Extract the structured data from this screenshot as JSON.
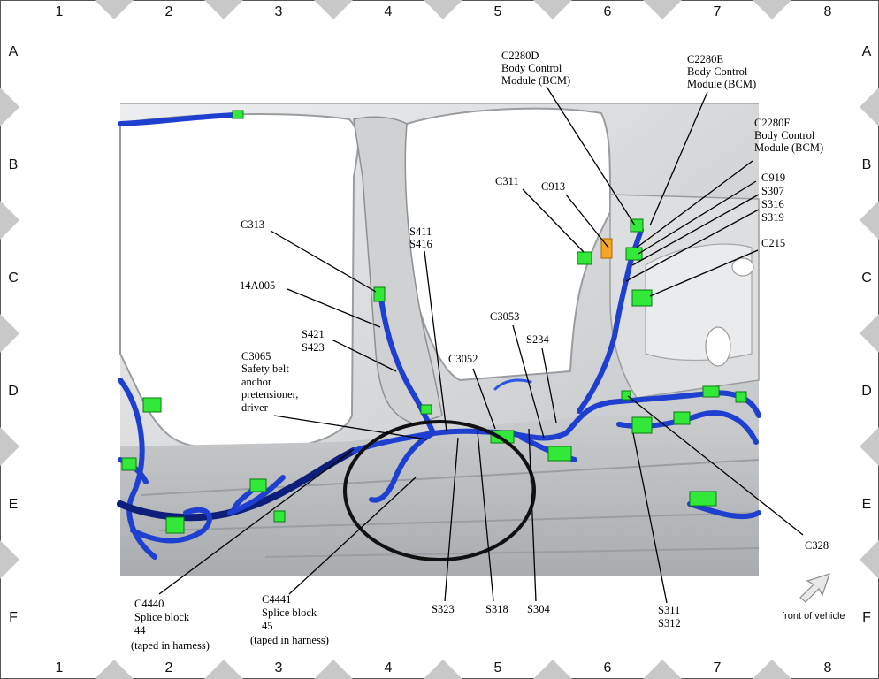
{
  "grid": {
    "columns": [
      "1",
      "2",
      "3",
      "4",
      "5",
      "6",
      "7",
      "8"
    ],
    "rows": [
      "A",
      "B",
      "C",
      "D",
      "E",
      "F"
    ]
  },
  "labels": {
    "c2280d": [
      "C2280D",
      "Body Control",
      "Module (BCM)"
    ],
    "c2280e": [
      "C2280E",
      "Body Control",
      "Module (BCM)"
    ],
    "c2280f": [
      "C2280F",
      "Body Control",
      "Module (BCM)"
    ],
    "c919_group": [
      "C919",
      "S307",
      "S316",
      "S319"
    ],
    "c215": "C215",
    "c311": "C311",
    "c913": "C913",
    "c313": "C313",
    "s411_416": [
      "S411",
      "S416"
    ],
    "a14a005": "14A005",
    "s421_423": [
      "S421",
      "S423"
    ],
    "c3065": [
      "C3065",
      "Safety belt",
      "anchor",
      "pretensioner,",
      "driver"
    ],
    "c3053": "C3053",
    "s234": "S234",
    "c3052": "C3052",
    "c328": "C328",
    "c4440": [
      "C4440",
      "Splice block",
      "44",
      "(taped in harness)"
    ],
    "c4441": [
      "C4441",
      "Splice block",
      "45",
      "(taped in harness)"
    ],
    "s323": "S323",
    "s318": "S318",
    "s304": "S304",
    "s311_312": [
      "S311",
      "S312"
    ],
    "front": "front of vehicle"
  },
  "colors": {
    "wire": "#1f3fd0",
    "connector": "#32e838",
    "connector_orange": "#f5a623",
    "body": "#d9dbdd",
    "border_marker": "#c8c8c8"
  }
}
